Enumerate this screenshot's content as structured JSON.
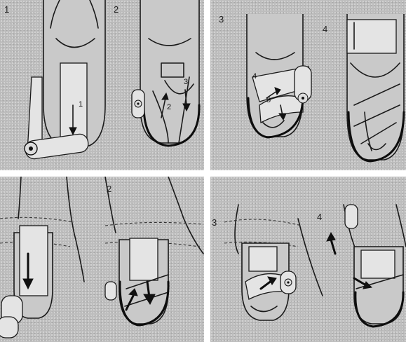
{
  "panels": {
    "top_left": {
      "step_a": "1",
      "step_b": "2",
      "tape_labels": [
        "1",
        "2",
        "3"
      ]
    },
    "top_right": {
      "step_a": "3",
      "step_b": "4",
      "tape_labels": [
        "4",
        "5"
      ]
    },
    "bottom_left": {
      "step_b": "2"
    },
    "bottom_right": {
      "step_a": "3",
      "step_b": "4"
    }
  },
  "colors": {
    "background": "#bdbdbd",
    "ink": "#1a1a1a",
    "tape": "#e4e4e4"
  }
}
